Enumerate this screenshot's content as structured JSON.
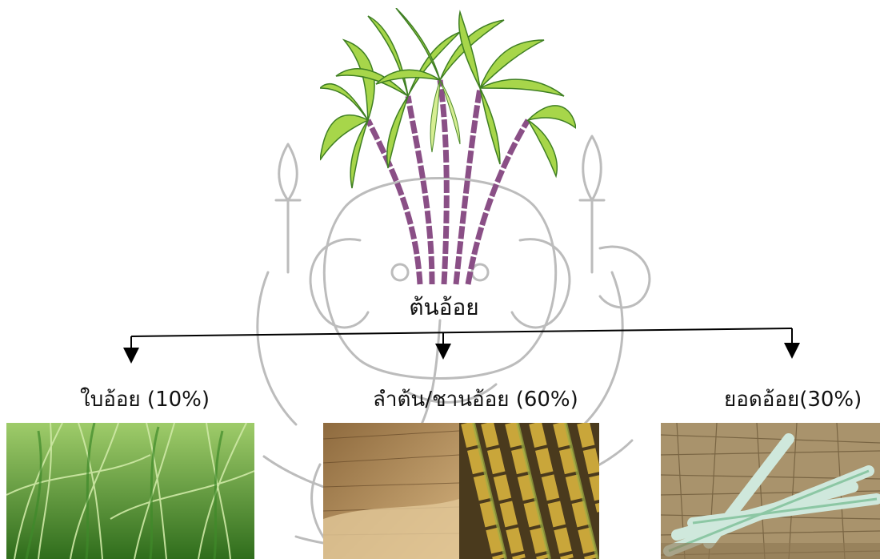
{
  "diagram": {
    "root": {
      "label": "ต้นอ้อย"
    },
    "children": [
      {
        "id": "leaves",
        "label": "ใบอ้อย (10%)",
        "share_percent": 10
      },
      {
        "id": "stalk",
        "label": "ลำต้น/ชานอ้อย (60%)",
        "share_percent": 60
      },
      {
        "id": "tops",
        "label": "ยอดอ้อย(30%)",
        "share_percent": 30
      }
    ]
  },
  "colors": {
    "line": "#000000",
    "leaf_green": "#6aa52e",
    "leaf_light": "#c6e27a",
    "cane_purple": "#8a4f86",
    "bagasse": "#b88a54",
    "cane_yellow": "#c9a63a",
    "watermark": "#b8b8b8"
  },
  "icons": {
    "watermark": "ganesha-emblem-watermark",
    "root": "sugarcane-plant-illustration"
  }
}
